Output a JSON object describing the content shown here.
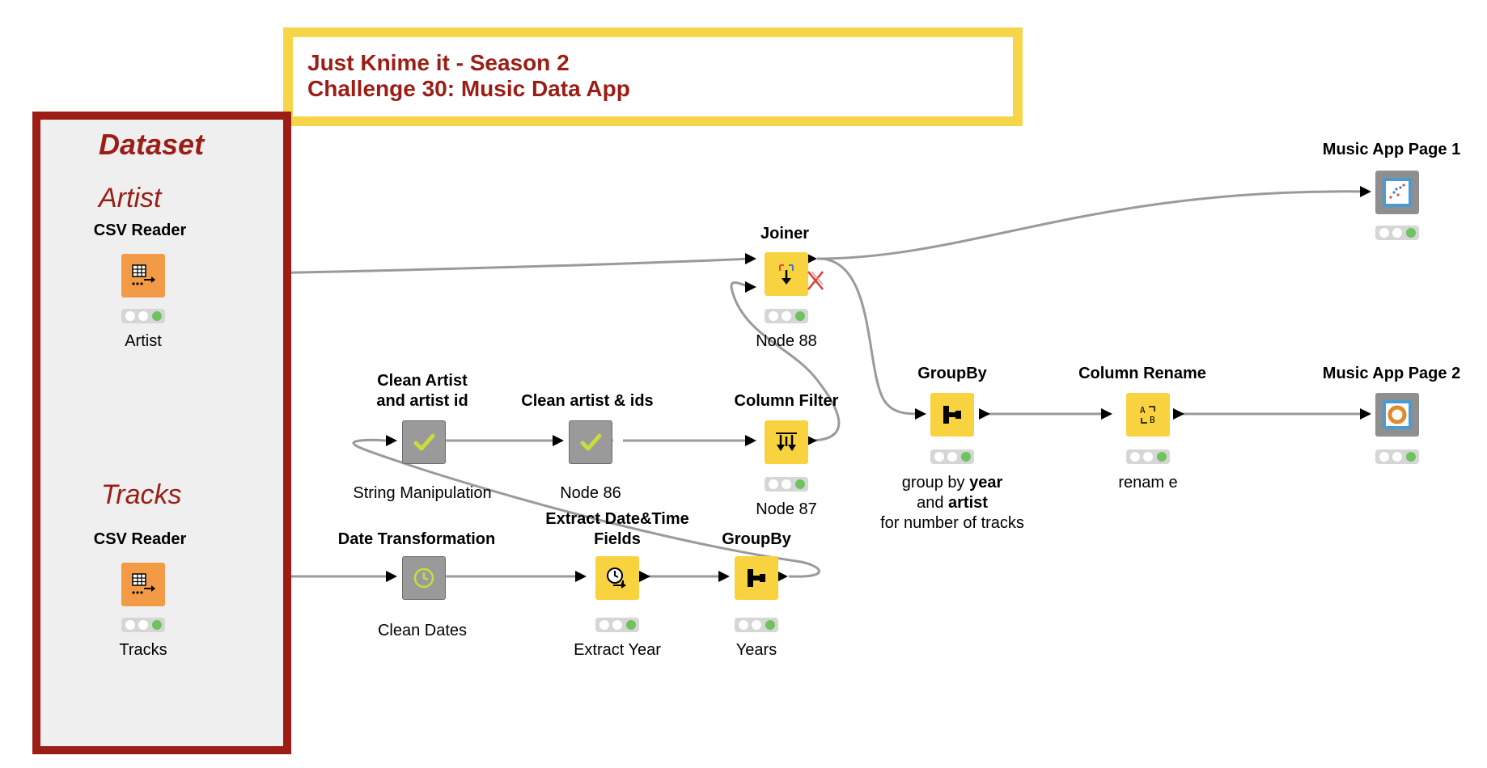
{
  "title": {
    "line1": "Just Knime it - Season 2",
    "line2": "Challenge 30: Music Data App"
  },
  "dataset_panel": {
    "heading": "Dataset",
    "artist_label": "Artist",
    "tracks_label": "Tracks"
  },
  "nodes": {
    "csv_reader_artist": {
      "title": "CSV Reader",
      "label": "Artist"
    },
    "csv_reader_tracks": {
      "title": "CSV Reader",
      "label": "Tracks"
    },
    "clean_artist_id": {
      "title_line1": "Clean Artist",
      "title_line2": "and artist id",
      "label": "String Manipulation"
    },
    "clean_artist_ids": {
      "title": "Clean artist & ids",
      "label": "Node 86"
    },
    "column_filter": {
      "title": "Column Filter",
      "label": "Node 87"
    },
    "joiner": {
      "title": "Joiner",
      "label": "Node 88"
    },
    "date_transformation": {
      "title": "Date Transformation",
      "label": "Clean Dates"
    },
    "extract_date_time": {
      "title_line1": "Extract Date&Time",
      "title_line2": "Fields",
      "label": "Extract Year"
    },
    "groupby_years": {
      "title": "GroupBy",
      "label": "Years"
    },
    "groupby_main": {
      "title": "GroupBy",
      "label_part1": "group by ",
      "label_bold1": "year",
      "label_part2": "and ",
      "label_bold2": "artist",
      "label_line3": "for number of tracks"
    },
    "column_rename": {
      "title": "Column Rename",
      "label": "renam e"
    },
    "music_app_page1": {
      "title": "Music App Page 1"
    },
    "music_app_page2": {
      "title": "Music App Page 2"
    }
  },
  "colors": {
    "accent_red": "#9b1d15",
    "title_border": "#f7d549",
    "node_orange": "#f39a47",
    "node_yellow": "#f8d33f",
    "node_grey": "#9a9a9a",
    "status_green": "#6ec35c"
  }
}
